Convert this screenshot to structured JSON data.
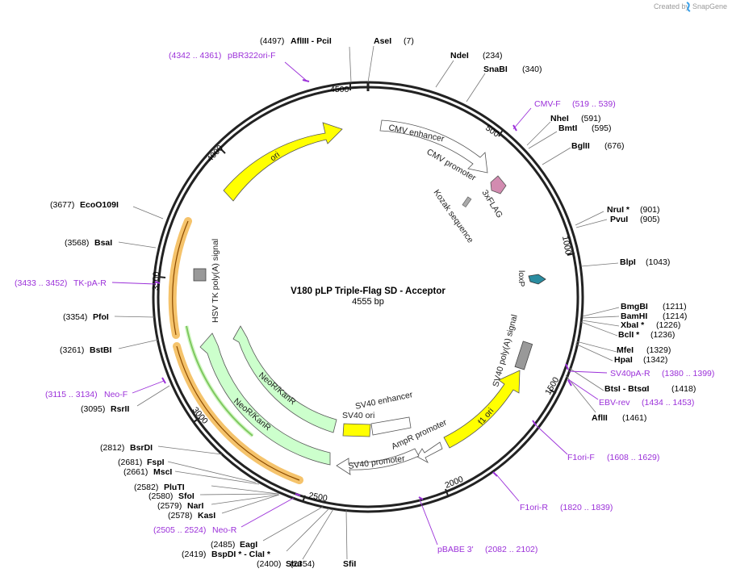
{
  "plasmid": {
    "name": "V180 pLP Triple-Flag SD - Acceptor",
    "length_text": "4555 bp"
  },
  "branding": {
    "created_by": "Created by",
    "app": "SnapGene",
    "accent": "#3aa0e8"
  },
  "colors": {
    "backbone": "#222222",
    "primer": "#9b30d9",
    "yellow": "#ffff00",
    "green_light": "#ccffcc",
    "orange_highlight": "#f5c36b",
    "flag": "#d28bb0",
    "loxp": "#2a8ca0",
    "gray_box": "#999999"
  },
  "ticks": [
    "500",
    "1000",
    "1500",
    "2000",
    "2500",
    "3000",
    "3500",
    "4000",
    "4500"
  ],
  "features": {
    "cmv_enhancer": "CMV enhancer",
    "cmv_promoter": "CMV promoter",
    "three_flag": "3xFLAG",
    "kozak": "Kozak sequence",
    "loxp": "loxP",
    "sv40_polya": "SV40 poly(A) signal",
    "f1_ori": "f1 ori",
    "ampr_promoter": "AmpR promoter",
    "sv40_promoter": "SV40 promoter",
    "sv40_enhancer": "SV40 enhancer",
    "sv40_ori": "SV40 ori",
    "neor_outer": "NeoR/KanR",
    "neor_inner": "NeoR/KanR",
    "hsv_tk_polya": "HSV TK poly(A) signal",
    "ori": "ori"
  },
  "sites": {
    "afliii_pci_pos": "(4497)",
    "afliii_pci": "AflIII  - PciI",
    "asei": "AseI",
    "asei_pos": "(7)",
    "ndei": "NdeI",
    "ndei_pos": "(234)",
    "snabi": "SnaBI",
    "snabi_pos": "(340)",
    "nhei": "NheI",
    "nhei_pos": "(591)",
    "bmti": "BmtI",
    "bmti_pos": "(595)",
    "bglii": "BglII",
    "bglii_pos": "(676)",
    "nrui": "NruI *",
    "nrui_pos": "(901)",
    "pvui": "PvuI",
    "pvui_pos": "(905)",
    "blpi": "BlpI",
    "blpi_pos": "(1043)",
    "bmgbi": "BmgBI",
    "bmgbi_pos": "(1211)",
    "bamhi": "BamHI",
    "bamhi_pos": "(1214)",
    "xbai": "XbaI *",
    "xbai_pos": "(1226)",
    "bcli": "BclI *",
    "bcli_pos": "(1236)",
    "mfei": "MfeI",
    "mfei_pos": "(1329)",
    "hpai": "HpaI",
    "hpai_pos": "(1342)",
    "btsi": "BtsI  - BtsαI",
    "btsi_pos": "(1418)",
    "aflii": "AflII",
    "aflii_pos": "(1461)",
    "sfii_pos": "(2354)",
    "sfii": "SfiI",
    "stui_pos": "(2400)",
    "stui": "StuI",
    "bspdi_pos": "(2419)",
    "bspdi": "BspDI * - ClaI *",
    "eagi_pos": "(2485)",
    "eagi": "EagI",
    "kasi_pos": "(2578)",
    "kasi": "KasI",
    "nari_pos": "(2579)",
    "nari": "NarI",
    "sfoi_pos": "(2580)",
    "sfoi": "SfoI",
    "pluti_pos": "(2582)",
    "pluti": "PluTI",
    "msci_pos": "(2661)",
    "msci": "MscI",
    "fspi_pos": "(2681)",
    "fspi": "FspI",
    "bsrdi_pos": "(2812)",
    "bsrdi": "BsrDI",
    "rsrii_pos": "(3095)",
    "rsrii": "RsrII",
    "bstbi_pos": "(3261)",
    "bstbi": "BstBI",
    "pfoi_pos": "(3354)",
    "pfoi": "PfoI",
    "bsai_pos": "(3568)",
    "bsai": "BsaI",
    "ecoo109i_pos": "(3677)",
    "ecoo109i": "EcoO109I"
  },
  "primers": {
    "pbr322_range": "(4342 .. 4361)",
    "pbr322": "pBR322ori-F",
    "cmvf": "CMV-F",
    "cmvf_range": "(519 .. 539)",
    "sv40pa": "SV40pA-R",
    "sv40pa_range": "(1380 .. 1399)",
    "ebv": "EBV-rev",
    "ebv_range": "(1434 .. 1453)",
    "f1orif": "F1ori-F",
    "f1orif_range": "(1608 .. 1629)",
    "f1orir": "F1ori-R",
    "f1orir_range": "(1820 .. 1839)",
    "pbabe": "pBABE 3'",
    "pbabe_range": "(2082 .. 2102)",
    "neor": "Neo-R",
    "neor_range": "(2505 .. 2524)",
    "neof_range": "(3115 .. 3134)",
    "neof": "Neo-F",
    "tkpa_range": "(3433 .. 3452)",
    "tkpa": "TK-pA-R"
  }
}
